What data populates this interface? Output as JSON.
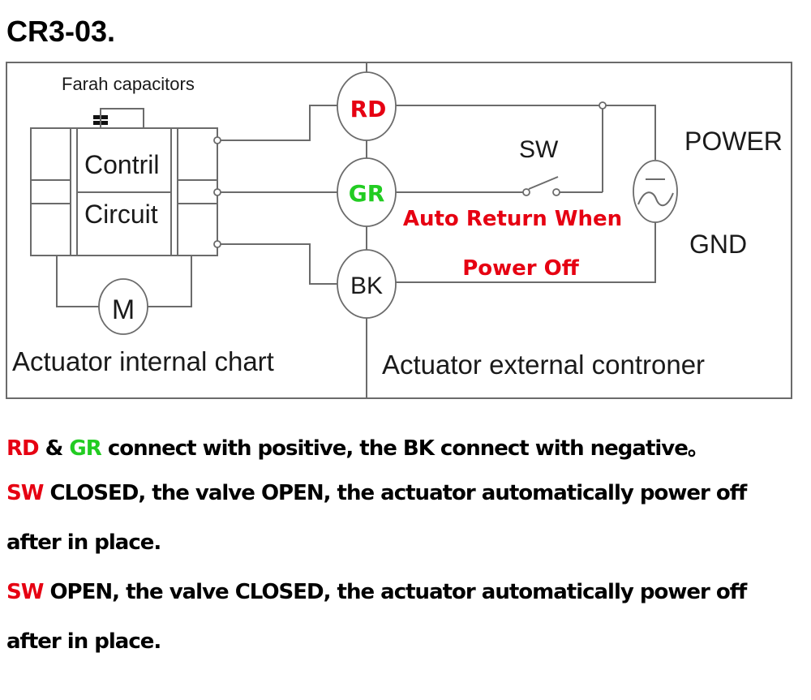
{
  "title": "CR3-03.",
  "diagram": {
    "capacitor_label": "Farah capacitors",
    "control_label_1": "Contril",
    "control_label_2": "Circuit",
    "motor_label": "M",
    "internal_caption": "Actuator internal chart",
    "external_caption": "Actuator external controner",
    "wire_rd": "RD",
    "wire_gr": "GR",
    "wire_bk": "BK",
    "switch_label": "SW",
    "power_label": "POWER",
    "gnd_label": "GND",
    "auto_return_1": "Auto Return When",
    "auto_return_2": "Power Off",
    "colors": {
      "rd": "#e60012",
      "gr": "#22cc22",
      "annotation": "#e60012"
    }
  },
  "notes": {
    "line1": {
      "rd": "RD",
      "amp": " & ",
      "gr": "GR",
      "rest": " connect with positive, the BK connect with negative。"
    },
    "line2": {
      "sw": "SW",
      "rest": " CLOSED, the valve OPEN,  the actuator automatically power off"
    },
    "line3": "after in place.",
    "line4": {
      "sw": "SW",
      "rest": " OPEN, the valve CLOSED,  the actuator automatically power off"
    },
    "line5": "after in place."
  }
}
